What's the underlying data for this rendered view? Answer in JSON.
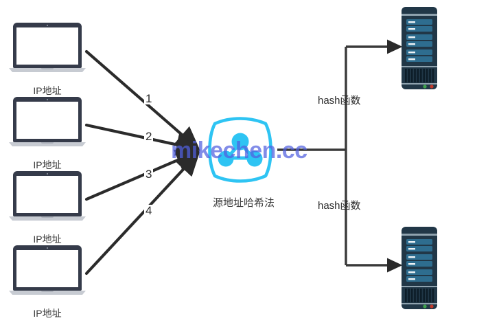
{
  "diagram": {
    "title": "源地址哈希法",
    "watermark": "mikechen.cc",
    "colors": {
      "line": "#2b2b2b",
      "accent_cyan": "#2ec4f3",
      "server_body": "#213747",
      "server_bar": "#2e6d8f",
      "laptop_bezel": "#353b4a",
      "watermark": "#5160e0",
      "led_green": "#3fa34d",
      "led_red": "#c0392b"
    }
  },
  "clients": [
    {
      "label": "IP地址",
      "icon": "laptop-icon",
      "edge_number": "1"
    },
    {
      "label": "IP地址",
      "icon": "laptop-icon",
      "edge_number": "2"
    },
    {
      "label": "IP地址",
      "icon": "laptop-icon",
      "edge_number": "3"
    },
    {
      "label": "IP地址",
      "icon": "laptop-icon",
      "edge_number": "4"
    }
  ],
  "balancer": {
    "label": "源地址哈希法",
    "icon": "network-hub-icon"
  },
  "branches": [
    {
      "label": "hash函数",
      "target_icon": "server-icon"
    },
    {
      "label": "hash函数",
      "target_icon": "server-icon"
    }
  ]
}
